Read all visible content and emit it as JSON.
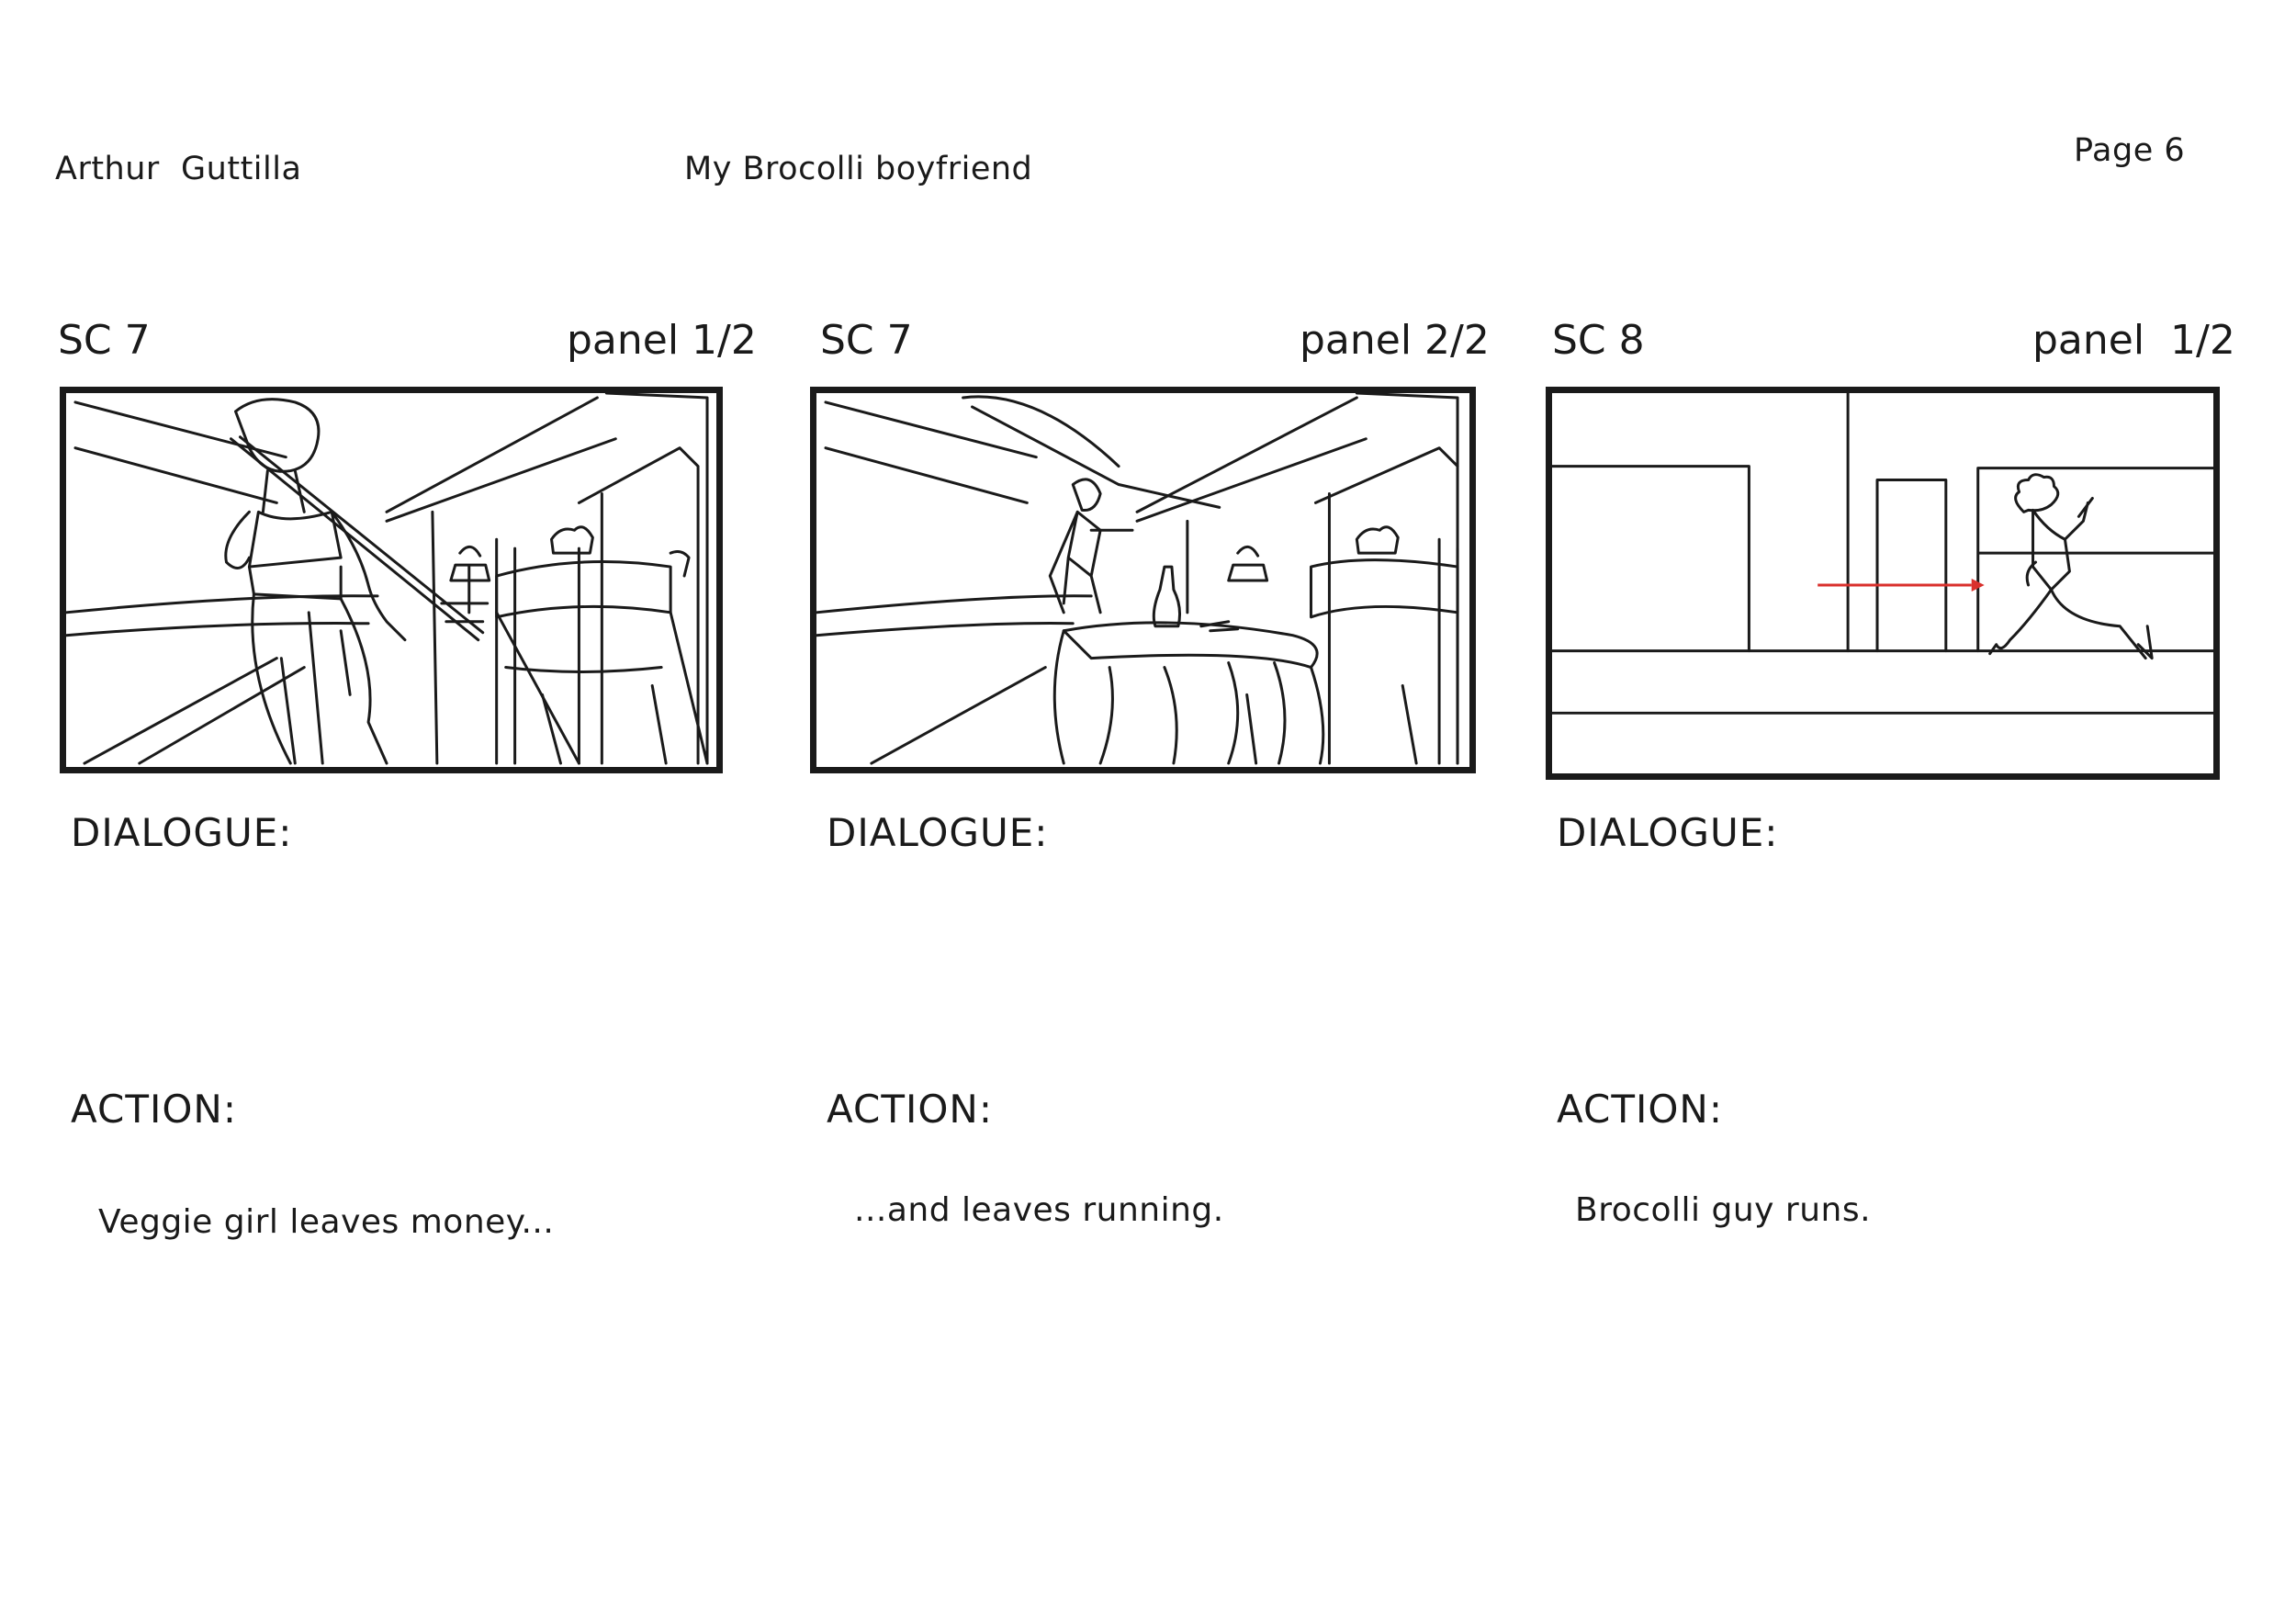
{
  "header": {
    "author": "Arthur  Guttilla",
    "title": "My Brocolli boyfriend",
    "page": "Page 6"
  },
  "panels": [
    {
      "scene": "SC 7",
      "panel": "panel 1/2",
      "dialogue_label": "DIALOGUE:",
      "dialogue": "",
      "action_label": "ACTION:",
      "action": "Veggie girl leaves money..."
    },
    {
      "scene": "SC 7",
      "panel": "panel 2/2",
      "dialogue_label": "DIALOGUE:",
      "dialogue": "",
      "action_label": "ACTION:",
      "action": "...and leaves running."
    },
    {
      "scene": "SC 8",
      "panel": "panel  1/2",
      "dialogue_label": "DIALOGUE:",
      "dialogue": "",
      "action_label": "ACTION:",
      "action": "Brocolli guy runs."
    }
  ],
  "colors": {
    "ink": "#1a1a1a",
    "motion_arrow": "#d9302c"
  }
}
